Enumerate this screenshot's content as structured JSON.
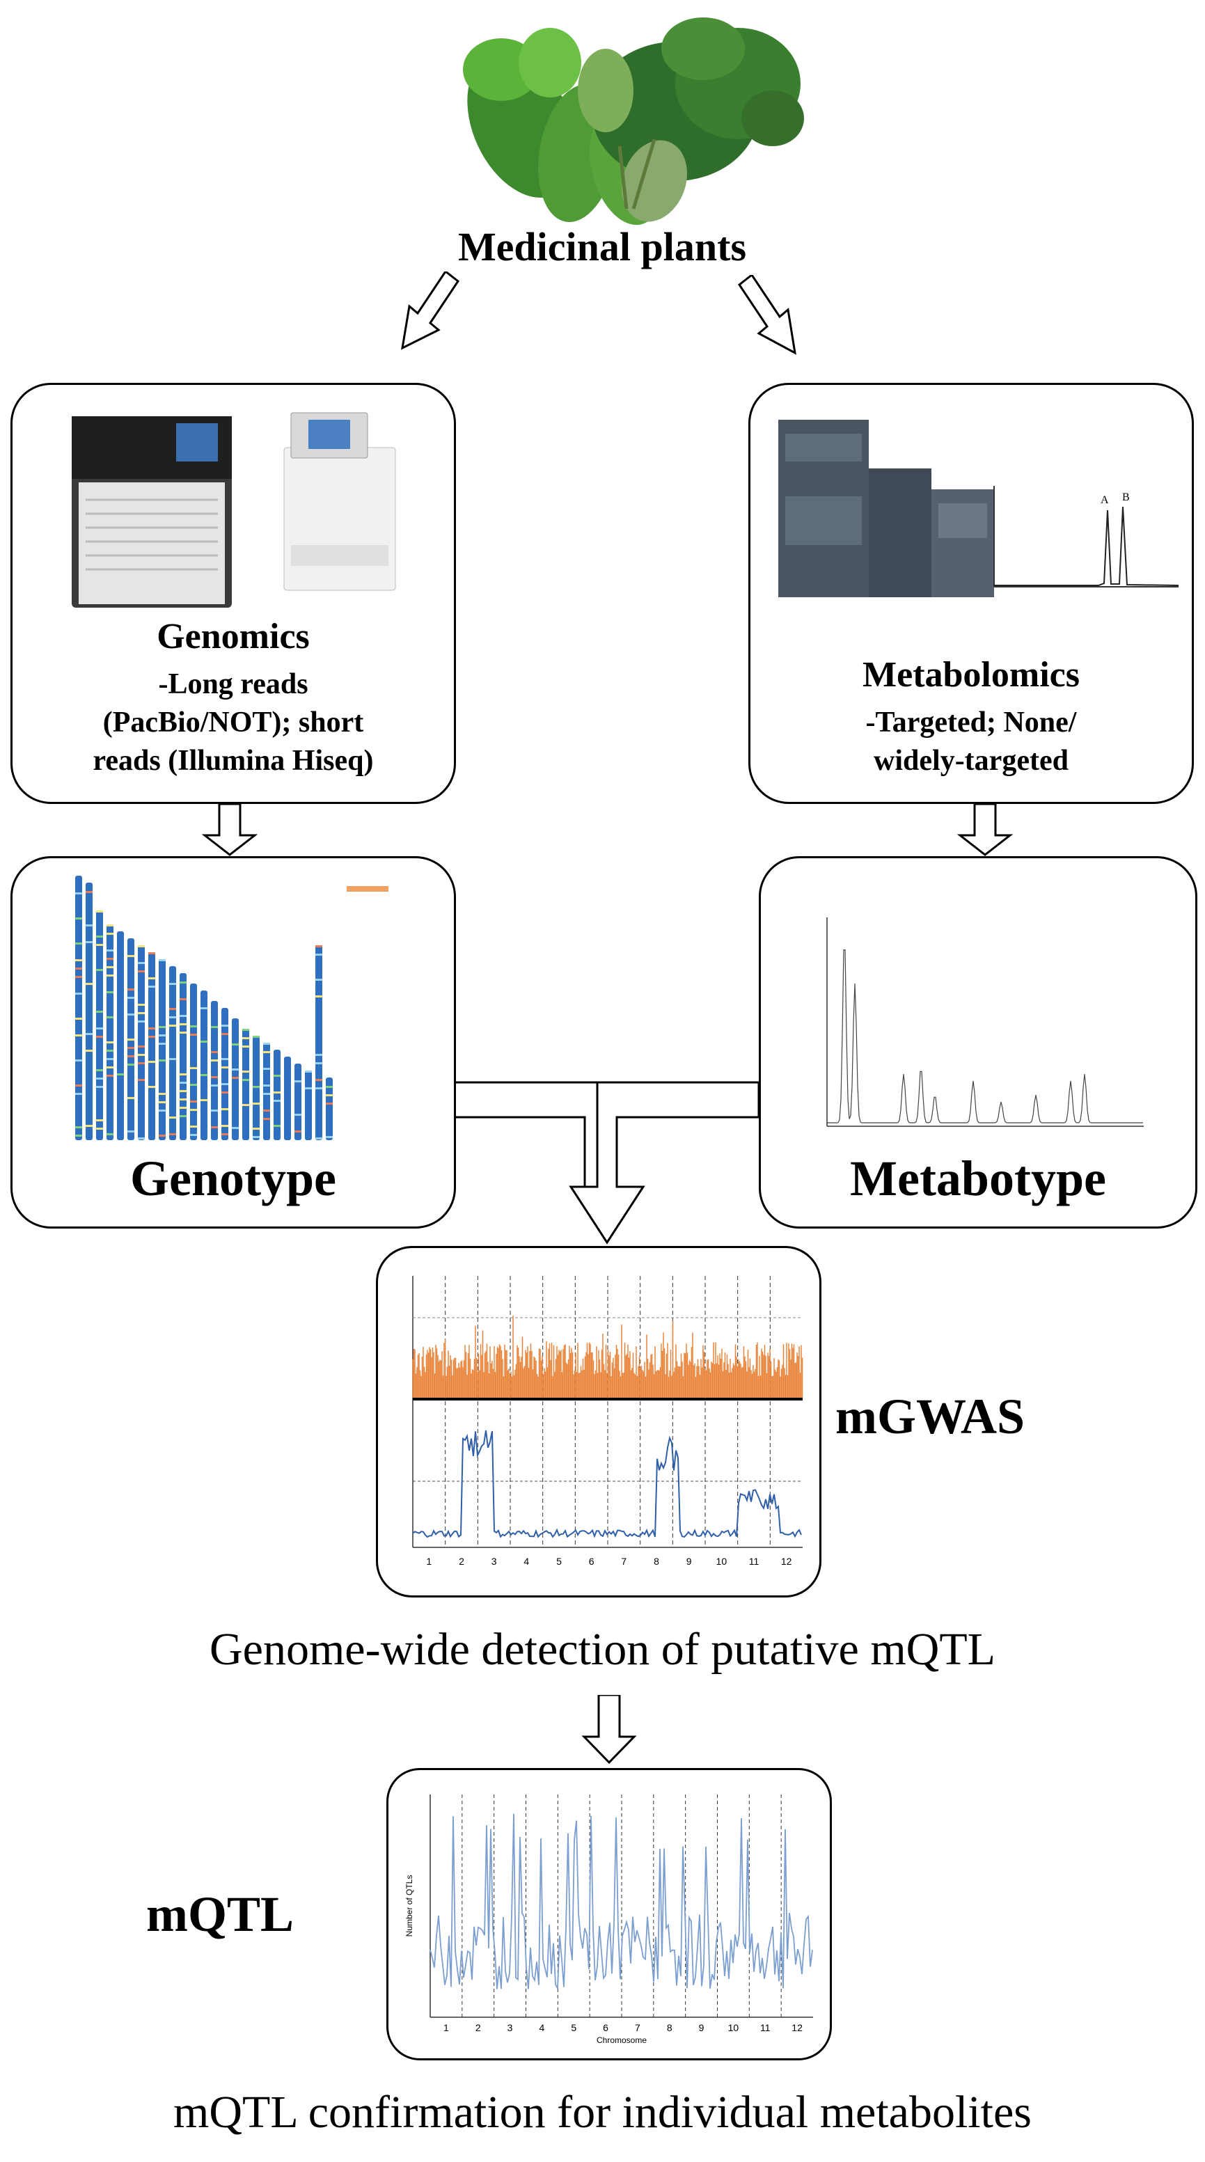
{
  "top": {
    "label": "Medicinal plants"
  },
  "genomics": {
    "title": "Genomics",
    "desc_lines": [
      "-Long reads",
      "(PacBio/NOT); short",
      "reads (Illumina Hiseq)"
    ]
  },
  "metabolomics": {
    "title": "Metabolomics",
    "desc_lines": [
      "-Targeted; None/",
      "widely-targeted"
    ],
    "chrom_peaks": [
      "A",
      "B"
    ]
  },
  "genotype": {
    "label": "Genotype"
  },
  "metabotype": {
    "label": "Metabotype"
  },
  "mgwas": {
    "label": "mGWAS",
    "caption": "Genome-wide detection of putative mQTL",
    "chromosomes": [
      "1",
      "2",
      "3",
      "4",
      "5",
      "6",
      "7",
      "8",
      "9",
      "10",
      "11",
      "12"
    ]
  },
  "mqtl": {
    "label": "mQTL",
    "caption": "mQTL confirmation for individual metabolites",
    "x_axis_title": "Chromosome",
    "y_axis_title": "Number of QTLs",
    "chromosomes": [
      "1",
      "2",
      "3",
      "4",
      "5",
      "6",
      "7",
      "8",
      "9",
      "10",
      "11",
      "12"
    ]
  },
  "colors": {
    "orange": "#e8853a",
    "blue": "#2f5fa8",
    "light_blue": "#7b9fd0",
    "box_border": "#000000"
  }
}
